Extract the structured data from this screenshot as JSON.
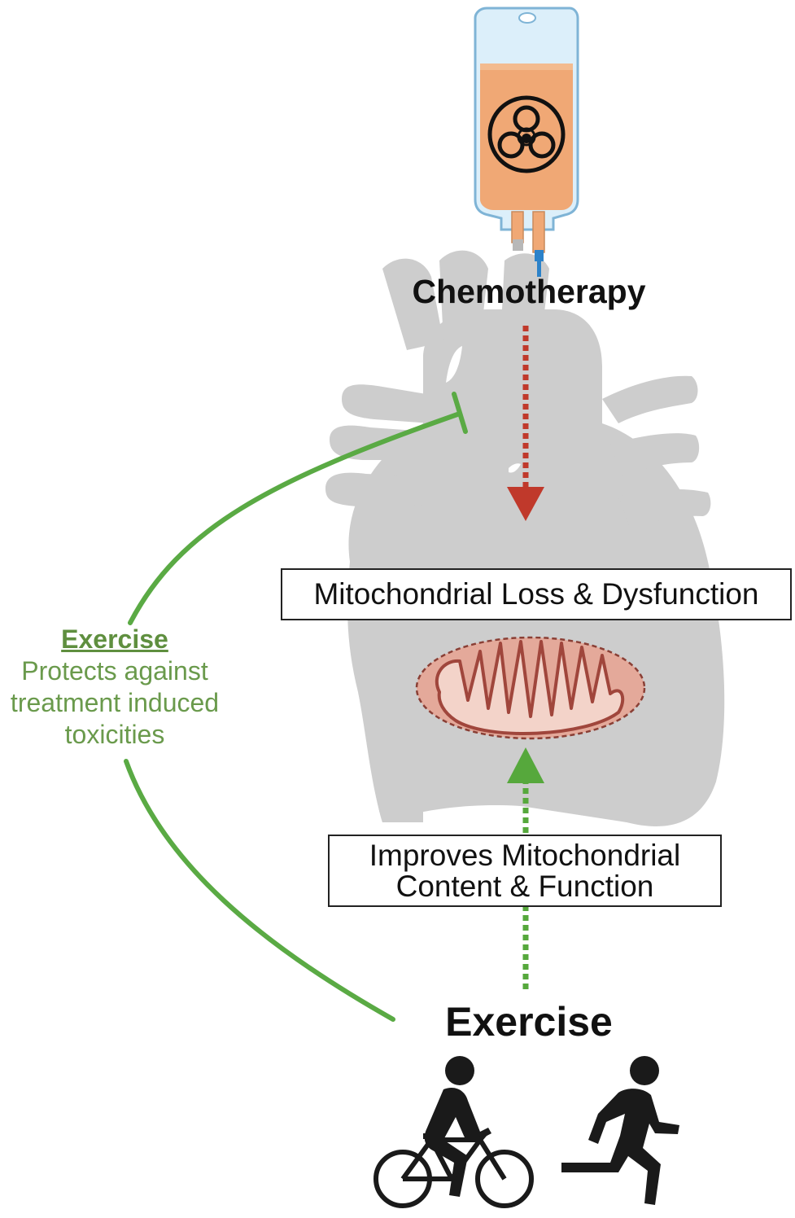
{
  "diagram": {
    "chemotherapy_label": "Chemotherapy",
    "mito_loss_label": "Mitochondrial Loss & Dysfunction",
    "improves_line1": "Improves Mitochondrial",
    "improves_line2": "Content & Function",
    "side_title": "Exercise",
    "side_line1": "Protects against",
    "side_line2": "treatment induced",
    "side_line3": "toxicities",
    "exercise_label": "Exercise"
  },
  "icons": {
    "iv_bag": "iv-bag-icon",
    "biohazard": "biohazard-icon",
    "heart": "heart-icon",
    "mitochondrion": "mitochondrion-icon",
    "cyclist": "cyclist-icon",
    "runner": "runner-icon"
  },
  "colors": {
    "heart": "#cdcdcd",
    "chemo_arrow": "#c0392b",
    "exercise_arrow": "#56a83c",
    "inhibition_curve": "#5aaa44",
    "side_text": "#6a9a4c",
    "iv_fluid": "#f0a875",
    "mito_fill": "#e4a99a",
    "mito_stroke": "#a0463c"
  }
}
